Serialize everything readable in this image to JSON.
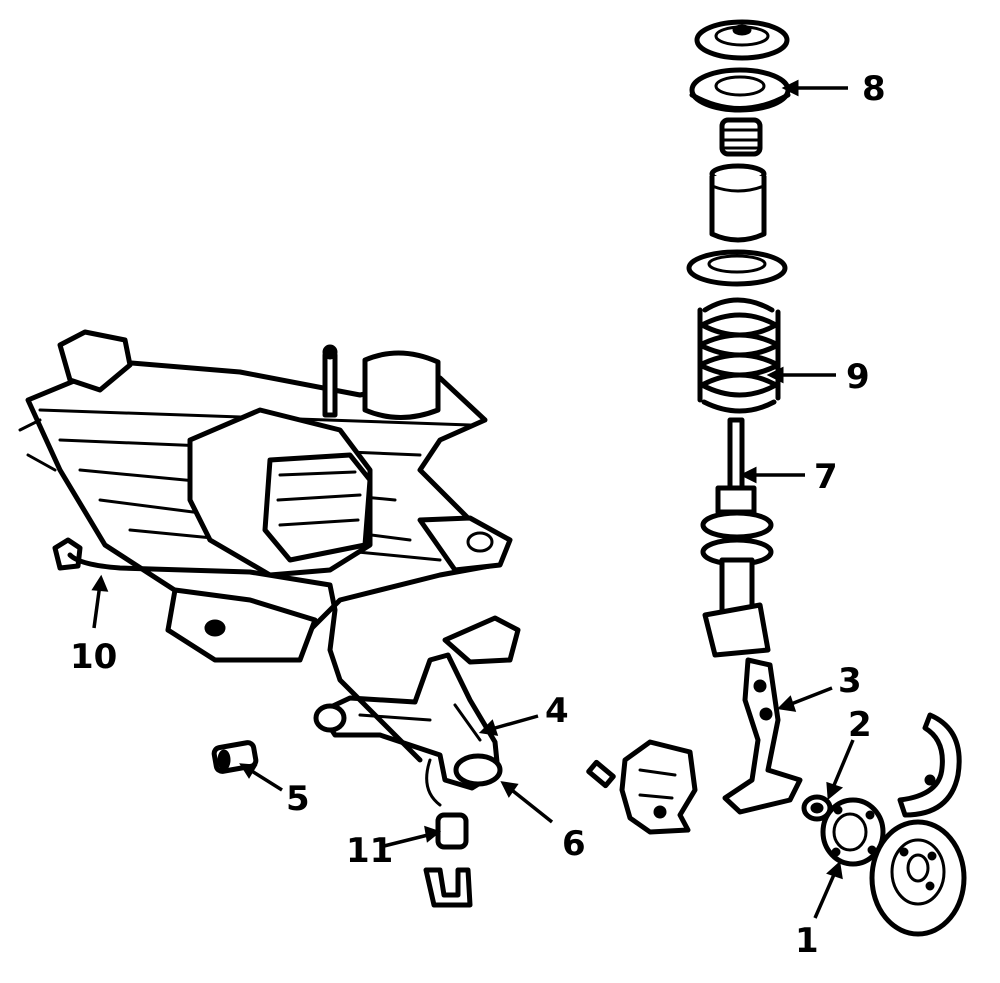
{
  "callouts": [
    {
      "id": "1",
      "text": "1"
    },
    {
      "id": "2",
      "text": "2"
    },
    {
      "id": "3",
      "text": "3"
    },
    {
      "id": "4",
      "text": "4"
    },
    {
      "id": "5",
      "text": "5"
    },
    {
      "id": "6",
      "text": "6"
    },
    {
      "id": "7",
      "text": "7"
    },
    {
      "id": "8",
      "text": "8"
    },
    {
      "id": "9",
      "text": "9"
    },
    {
      "id": "10",
      "text": "10"
    },
    {
      "id": "11",
      "text": "11"
    }
  ],
  "colors": {
    "ink": "#000000",
    "paper": "#ffffff"
  }
}
